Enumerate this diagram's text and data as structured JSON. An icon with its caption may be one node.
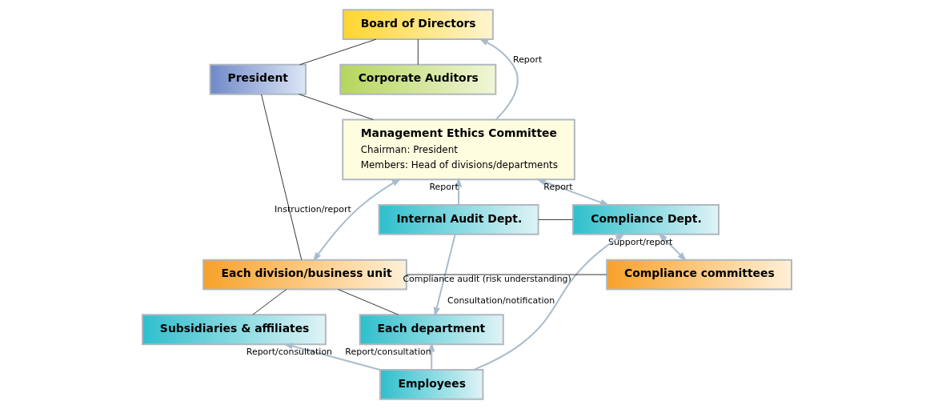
{
  "diagram": {
    "nodes": [
      {
        "text": [
          "Board of Directors"
        ]
      },
      {
        "text": [
          "President"
        ]
      },
      {
        "text": [
          "Corporate Auditors"
        ]
      },
      {
        "text": [
          "Management Ethics Committee",
          "Chairman: President",
          "Members: Head of divisions/departments"
        ]
      },
      {
        "text": [
          "Internal Audit Dept."
        ]
      },
      {
        "text": [
          "Compliance Dept."
        ]
      },
      {
        "text": [
          "Each division/business unit"
        ]
      },
      {
        "text": [
          "Compliance committees"
        ]
      },
      {
        "text": [
          "Each department"
        ]
      },
      {
        "text": [
          "Subsidiaries & affiliates"
        ]
      },
      {
        "text": [
          "Employees"
        ]
      }
    ],
    "edges": [
      {
        "from": 1,
        "to": 0,
        "arrow": "none",
        "color": "#333333"
      },
      {
        "from": 0,
        "to": 2,
        "arrow": "none",
        "color": "#333333"
      },
      {
        "from": 3,
        "to": 0,
        "arrow": "to",
        "label": "Report"
      },
      {
        "from": 1,
        "to": 3,
        "arrow": "none",
        "color": "#333333"
      },
      {
        "from": 1,
        "to": 6,
        "arrow": "none",
        "color": "#333333"
      },
      {
        "from": 4,
        "to": 3,
        "arrow": "to",
        "label": "Report"
      },
      {
        "from": 3,
        "to": 5,
        "arrow": "both",
        "label": "Report"
      },
      {
        "from": 4,
        "to": 5,
        "arrow": "none",
        "color": "#333333"
      },
      {
        "from": 3,
        "to": 6,
        "arrow": "both",
        "label": "Instruction/report"
      },
      {
        "from": 5,
        "to": 7,
        "arrow": "both",
        "label": "Support/report"
      },
      {
        "from": 6,
        "to": 7,
        "arrow": "none",
        "color": "#333333"
      },
      {
        "from": 6,
        "to": 8,
        "arrow": "none",
        "color": "#333333"
      },
      {
        "from": 6,
        "to": 9,
        "arrow": "none",
        "color": "#333333"
      },
      {
        "from": 4,
        "to": 8,
        "arrow": "to",
        "label": "Compliance audit (risk understanding)"
      },
      {
        "from": 10,
        "to": 8,
        "arrow": "to",
        "label": "Report/consultation"
      },
      {
        "from": 10,
        "to": 9,
        "arrow": "to",
        "label": "Report/consultation"
      },
      {
        "from": 10,
        "to": 5,
        "arrow": "to",
        "label": "Consultation/notification"
      }
    ]
  }
}
